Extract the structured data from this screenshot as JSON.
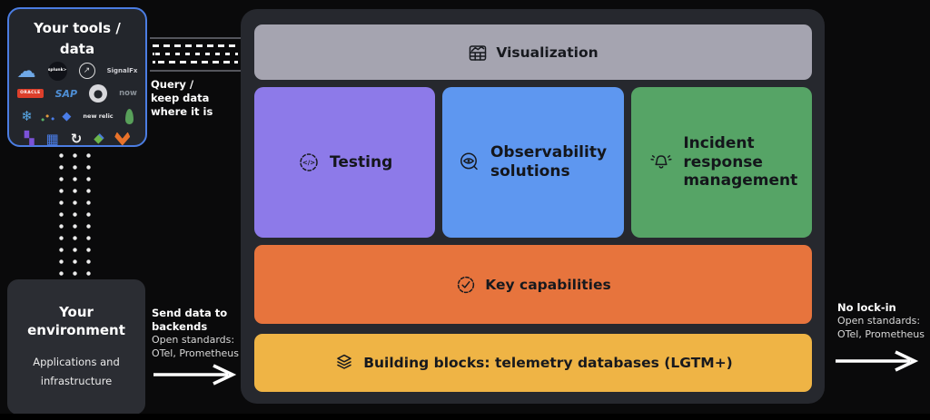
{
  "tools_box": {
    "title_line1": "Your tools /",
    "title_line2": "data",
    "logos": [
      {
        "name": "salesforce",
        "glyph": "☁"
      },
      {
        "name": "splunk",
        "glyph": "splunk>"
      },
      {
        "name": "gauge",
        "glyph": "↗"
      },
      {
        "name": "signalfx",
        "glyph": "SignalFx"
      },
      {
        "name": "oracle",
        "glyph": "ORACLE"
      },
      {
        "name": "sap",
        "glyph": "SAP"
      },
      {
        "name": "github",
        "glyph": "●"
      },
      {
        "name": "servicenow",
        "glyph": "now"
      },
      {
        "name": "snowflake",
        "glyph": "❄"
      },
      {
        "name": "dots-cluster",
        "glyph": "•"
      },
      {
        "name": "jira",
        "glyph": "◆"
      },
      {
        "name": "newrelic",
        "glyph": "new relic"
      },
      {
        "name": "mongodb-leaf",
        "glyph": ""
      },
      {
        "name": "pixel-character",
        "glyph": "▚"
      },
      {
        "name": "grid",
        "glyph": "▦"
      },
      {
        "name": "swirl",
        "glyph": "↻"
      },
      {
        "name": "cube",
        "glyph": "◆"
      },
      {
        "name": "gitlab-fox",
        "glyph": ""
      }
    ]
  },
  "query_flow": {
    "line1": "Query /",
    "line2": "keep data",
    "line3": "where it is"
  },
  "environment_box": {
    "title": "Your environment",
    "subtitle": "Applications and infrastructure"
  },
  "send_flow": {
    "bold": "Send data to backends",
    "line2": "Open standards:",
    "line3": "OTel, Prometheus"
  },
  "no_lockin_flow": {
    "bold": "No lock-in",
    "line2": "Open standards:",
    "line3": "OTel, Prometheus"
  },
  "stack": {
    "visualization": {
      "label": "Visualization",
      "icon": "chart-table-icon"
    },
    "cards": [
      {
        "label": "Testing",
        "icon": "gear-code-icon"
      },
      {
        "label": "Observability solutions",
        "icon": "eye-search-icon"
      },
      {
        "label": "Incident response management",
        "icon": "alert-bell-icon"
      }
    ],
    "key_capabilities": {
      "label": "Key capabilities",
      "icon": "verified-check-icon"
    },
    "building_blocks": {
      "label": "Building blocks: telemetry databases (LGTM+)",
      "icon": "layers-icon"
    }
  },
  "colors": {
    "visualization_bg": "#a5a4b0",
    "testing_bg": "#8d7ae9",
    "observability_bg": "#5e97f0",
    "incident_bg": "#56a466",
    "key_capabilities_bg": "#e7743d",
    "building_blocks_bg": "#efb445",
    "tools_border": "#4b7de2"
  }
}
